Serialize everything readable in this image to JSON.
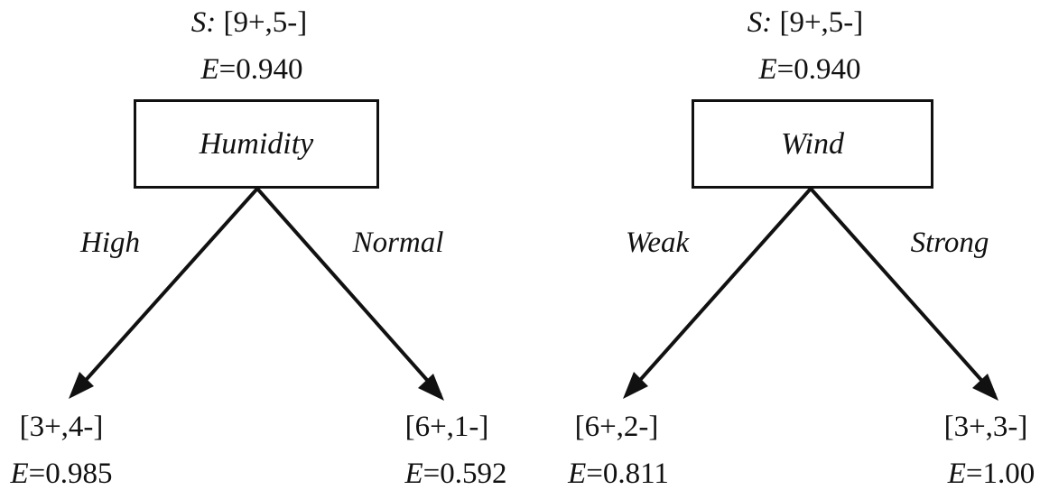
{
  "trees": [
    {
      "root": {
        "s_prefix": "S:",
        "s_value": "[9+,5-]",
        "e_prefix": "E",
        "e_value": "=0.940"
      },
      "attribute": "Humidity",
      "branches": [
        {
          "label": "High",
          "counts": "[3+,4-]",
          "e_prefix": "E",
          "e_value": "=0.985"
        },
        {
          "label": "Normal",
          "counts": "[6+,1-]",
          "e_prefix": "E",
          "e_value": "=0.592"
        }
      ]
    },
    {
      "root": {
        "s_prefix": "S:",
        "s_value": "[9+,5-]",
        "e_prefix": "E",
        "e_value": "=0.940"
      },
      "attribute": "Wind",
      "branches": [
        {
          "label": "Weak",
          "counts": "[6+,2-]",
          "e_prefix": "E",
          "e_value": "=0.811"
        },
        {
          "label": "Strong",
          "counts": "[3+,3-]",
          "e_prefix": "E",
          "e_value": "=1.00"
        }
      ]
    }
  ]
}
